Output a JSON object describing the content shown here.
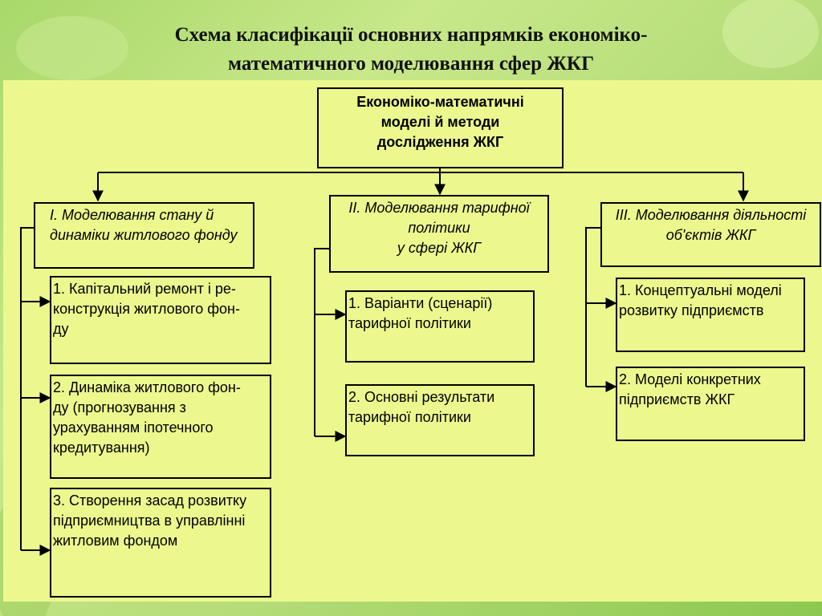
{
  "title": "Схема класифікації основних напрямків економіко-\nматематичного моделювання сфер ЖКГ",
  "root": "Економіко-математичні\nмоделі й методи\nдослідження ЖКГ",
  "categories": [
    {
      "label": "І. Моделювання стану й\nдинаміки житлового фонду",
      "items": [
        "1. Капітальний ремонт і ре-\nконструкція житлового фон-\nду",
        "2. Динаміка житлового фон-\nду (прогнозування з\nурахуванням іпотечного\nкредитування)",
        "3. Створення засад розвитку\nпідприємництва в управлінні\nжитловим фондом"
      ]
    },
    {
      "label": "II. Моделювання тарифної\nполітики\nу сфері ЖКГ",
      "items": [
        "1. Варіанти (сценарії)\nтарифної політики",
        "2. Основні результати\nтарифної політики"
      ]
    },
    {
      "label": "III. Моделювання діяльності\nоб'єктів ЖКГ",
      "items": [
        "1. Концептуальні моделі\nрозвитку підприємств",
        "2. Моделі конкретних\nпідприємств ЖКГ"
      ]
    }
  ],
  "colors": {
    "panel": "#ecf88e",
    "background": "#a8d86a",
    "line": "#000000"
  }
}
